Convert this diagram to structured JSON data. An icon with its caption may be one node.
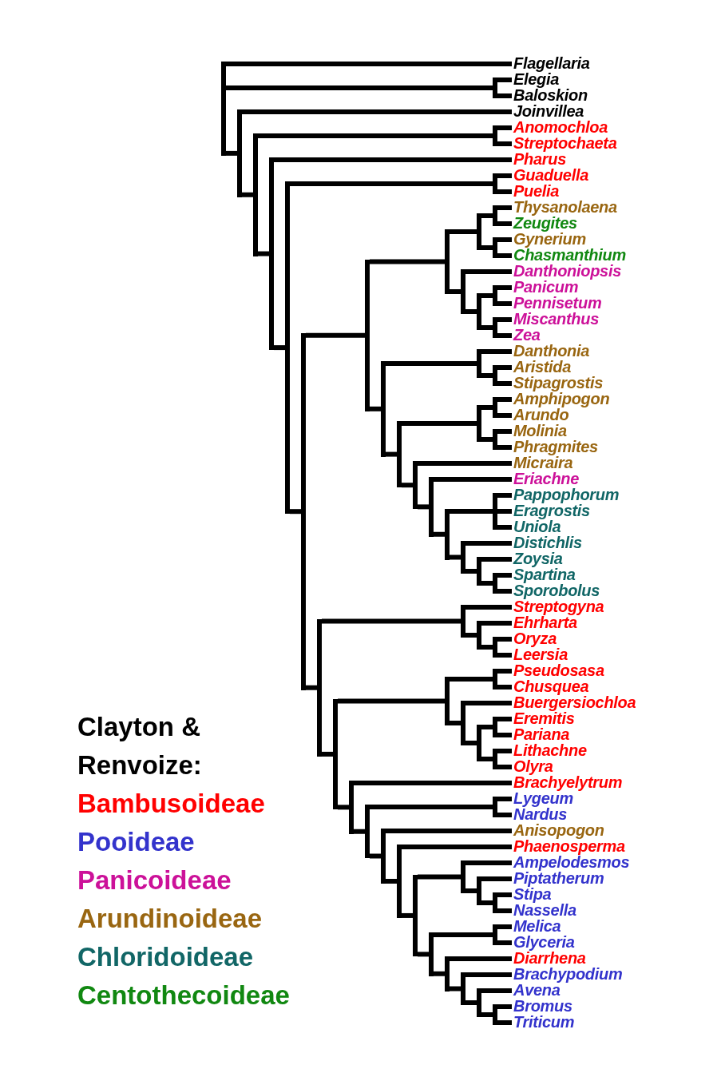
{
  "diagram": {
    "nodes": [
      {
        "text": [
          "Flagellaria"
        ]
      },
      {
        "text": [
          "Elegia"
        ]
      },
      {
        "text": [
          "Baloskion"
        ]
      },
      {
        "text": [
          "Joinvillea"
        ]
      },
      {
        "text": [
          "Anomochloa"
        ]
      },
      {
        "text": [
          "Streptochaeta"
        ]
      },
      {
        "text": [
          "Pharus"
        ]
      },
      {
        "text": [
          "Guaduella"
        ]
      },
      {
        "text": [
          "Puelia"
        ]
      },
      {
        "text": [
          "Thysanolaena"
        ]
      },
      {
        "text": [
          "Zeugites"
        ]
      },
      {
        "text": [
          "Gynerium"
        ]
      },
      {
        "text": [
          "Chasmanthium"
        ]
      },
      {
        "text": [
          "Danthoniopsis"
        ]
      },
      {
        "text": [
          "Panicum"
        ]
      },
      {
        "text": [
          "Pennisetum"
        ]
      },
      {
        "text": [
          "Miscanthus"
        ]
      },
      {
        "text": [
          "Zea"
        ]
      },
      {
        "text": [
          "Danthonia"
        ]
      },
      {
        "text": [
          "Aristida"
        ]
      },
      {
        "text": [
          "Stipagrostis"
        ]
      },
      {
        "text": [
          "Amphipogon"
        ]
      },
      {
        "text": [
          "Arundo"
        ]
      },
      {
        "text": [
          "Molinia"
        ]
      },
      {
        "text": [
          "Phragmites"
        ]
      },
      {
        "text": [
          "Micraira"
        ]
      },
      {
        "text": [
          "Eriachne"
        ]
      },
      {
        "text": [
          "Pappophorum"
        ]
      },
      {
        "text": [
          "Eragrostis"
        ]
      },
      {
        "text": [
          "Uniola"
        ]
      },
      {
        "text": [
          "Distichlis"
        ]
      },
      {
        "text": [
          "Zoysia"
        ]
      },
      {
        "text": [
          "Spartina"
        ]
      },
      {
        "text": [
          "Sporobolus"
        ]
      },
      {
        "text": [
          "Streptogyna"
        ]
      },
      {
        "text": [
          "Ehrharta"
        ]
      },
      {
        "text": [
          "Oryza"
        ]
      },
      {
        "text": [
          "Leersia"
        ]
      },
      {
        "text": [
          "Pseudosasa"
        ]
      },
      {
        "text": [
          "Chusquea"
        ]
      },
      {
        "text": [
          "Buergersiochloa"
        ]
      },
      {
        "text": [
          "Eremitis"
        ]
      },
      {
        "text": [
          "Pariana"
        ]
      },
      {
        "text": [
          "Lithachne"
        ]
      },
      {
        "text": [
          "Olyra"
        ]
      },
      {
        "text": [
          "Brachyelytrum"
        ]
      },
      {
        "text": [
          "Lygeum"
        ]
      },
      {
        "text": [
          "Nardus"
        ]
      },
      {
        "text": [
          "Anisopogon"
        ]
      },
      {
        "text": [
          "Phaenosperma"
        ]
      },
      {
        "text": [
          "Ampelodesmos"
        ]
      },
      {
        "text": [
          "Piptatherum"
        ]
      },
      {
        "text": [
          "Stipa"
        ]
      },
      {
        "text": [
          "Nassella"
        ]
      },
      {
        "text": [
          "Melica"
        ]
      },
      {
        "text": [
          "Glyceria"
        ]
      },
      {
        "text": [
          "Diarrhena"
        ]
      },
      {
        "text": [
          "Brachypodium"
        ]
      },
      {
        "text": [
          "Avena"
        ]
      },
      {
        "text": [
          "Bromus"
        ]
      },
      {
        "text": [
          "Triticum"
        ]
      },
      {
        "text": [],
        "shape": "bar"
      },
      {
        "text": [],
        "shape": "bar"
      },
      {
        "text": [],
        "shape": "bar"
      },
      {
        "text": [],
        "shape": "bar"
      },
      {
        "text": [],
        "shape": "bar"
      },
      {
        "text": [],
        "shape": "bar"
      },
      {
        "text": [],
        "shape": "bar"
      },
      {
        "text": [],
        "shape": "bar"
      },
      {
        "text": [],
        "shape": "bar"
      },
      {
        "text": [],
        "shape": "bar"
      },
      {
        "text": [],
        "shape": "bar"
      },
      {
        "text": [],
        "shape": "bar"
      },
      {
        "text": [],
        "shape": "bar"
      },
      {
        "text": [],
        "shape": "bar"
      },
      {
        "text": [],
        "shape": "bar"
      },
      {
        "text": [],
        "shape": "bar"
      },
      {
        "text": [],
        "shape": "bar"
      },
      {
        "text": [],
        "shape": "bar"
      },
      {
        "text": [],
        "shape": "bar"
      },
      {
        "text": [],
        "shape": "bar"
      },
      {
        "text": [],
        "shape": "bar"
      },
      {
        "text": [],
        "shape": "bar"
      },
      {
        "text": [],
        "shape": "bar"
      },
      {
        "text": [],
        "shape": "bar"
      },
      {
        "text": [],
        "shape": "bar"
      },
      {
        "text": [],
        "shape": "bar"
      },
      {
        "text": [],
        "shape": "bar"
      },
      {
        "text": [],
        "shape": "bar"
      },
      {
        "text": [],
        "shape": "bar"
      },
      {
        "text": [],
        "shape": "bar"
      },
      {
        "text": [],
        "shape": "bar"
      },
      {
        "text": [],
        "shape": "bar"
      },
      {
        "text": [],
        "shape": "bar"
      },
      {
        "text": [],
        "shape": "bar"
      },
      {
        "text": [],
        "shape": "bar"
      },
      {
        "text": [],
        "shape": "bar"
      },
      {
        "text": [],
        "shape": "bar"
      },
      {
        "text": [],
        "shape": "bar"
      },
      {
        "text": [],
        "shape": "bar"
      },
      {
        "text": [],
        "shape": "bar"
      },
      {
        "text": [],
        "shape": "bar"
      },
      {
        "text": [],
        "shape": "bar"
      },
      {
        "text": [],
        "shape": "bar"
      },
      {
        "text": [],
        "shape": "bar"
      },
      {
        "text": [],
        "shape": "bar"
      },
      {
        "text": [],
        "shape": "bar"
      },
      {
        "text": [],
        "shape": "bar"
      },
      {
        "text": [],
        "shape": "bar"
      },
      {
        "text": [],
        "shape": "bar"
      },
      {
        "text": [],
        "shape": "bar"
      },
      {
        "text": [],
        "shape": "bar"
      },
      {
        "text": [],
        "shape": "bar"
      },
      {
        "text": [],
        "shape": "bar"
      },
      {
        "text": [],
        "shape": "bar"
      },
      {
        "text": [],
        "shape": "bar"
      },
      {
        "text": [],
        "shape": "bar"
      },
      {
        "text": [],
        "shape": "bar"
      },
      {
        "text": [],
        "shape": "bar"
      }
    ],
    "edges": [
      {
        "from": 61,
        "to": 0,
        "arrow": "none"
      },
      {
        "from": 61,
        "to": 62,
        "arrow": "none"
      },
      {
        "from": 61,
        "to": 63,
        "arrow": "none"
      },
      {
        "from": 62,
        "to": 1,
        "arrow": "none"
      },
      {
        "from": 62,
        "to": 2,
        "arrow": "none"
      },
      {
        "from": 63,
        "to": 3,
        "arrow": "none"
      },
      {
        "from": 63,
        "to": 64,
        "arrow": "none"
      },
      {
        "from": 64,
        "to": 65,
        "arrow": "none"
      },
      {
        "from": 64,
        "to": 66,
        "arrow": "none"
      },
      {
        "from": 65,
        "to": 4,
        "arrow": "none"
      },
      {
        "from": 65,
        "to": 5,
        "arrow": "none"
      },
      {
        "from": 66,
        "to": 6,
        "arrow": "none"
      },
      {
        "from": 66,
        "to": 67,
        "arrow": "none"
      },
      {
        "from": 67,
        "to": 68,
        "arrow": "none"
      },
      {
        "from": 67,
        "to": 69,
        "arrow": "none"
      },
      {
        "from": 68,
        "to": 7,
        "arrow": "none"
      },
      {
        "from": 68,
        "to": 8,
        "arrow": "none"
      },
      {
        "from": 69,
        "to": 70,
        "arrow": "none"
      },
      {
        "from": 69,
        "to": 93,
        "arrow": "none"
      },
      {
        "from": 70,
        "to": 71,
        "arrow": "none"
      },
      {
        "from": 70,
        "to": 79,
        "arrow": "none"
      },
      {
        "from": 71,
        "to": 72,
        "arrow": "none"
      },
      {
        "from": 71,
        "to": 75,
        "arrow": "none"
      },
      {
        "from": 72,
        "to": 73,
        "arrow": "none"
      },
      {
        "from": 72,
        "to": 74,
        "arrow": "none"
      },
      {
        "from": 73,
        "to": 9,
        "arrow": "none"
      },
      {
        "from": 73,
        "to": 10,
        "arrow": "none"
      },
      {
        "from": 74,
        "to": 11,
        "arrow": "none"
      },
      {
        "from": 74,
        "to": 12,
        "arrow": "none"
      },
      {
        "from": 75,
        "to": 13,
        "arrow": "none"
      },
      {
        "from": 75,
        "to": 76,
        "arrow": "none"
      },
      {
        "from": 76,
        "to": 77,
        "arrow": "none"
      },
      {
        "from": 76,
        "to": 78,
        "arrow": "none"
      },
      {
        "from": 77,
        "to": 14,
        "arrow": "none"
      },
      {
        "from": 77,
        "to": 15,
        "arrow": "none"
      },
      {
        "from": 78,
        "to": 16,
        "arrow": "none"
      },
      {
        "from": 78,
        "to": 17,
        "arrow": "none"
      },
      {
        "from": 79,
        "to": 80,
        "arrow": "none"
      },
      {
        "from": 79,
        "to": 82,
        "arrow": "none"
      },
      {
        "from": 80,
        "to": 18,
        "arrow": "none"
      },
      {
        "from": 80,
        "to": 81,
        "arrow": "none"
      },
      {
        "from": 81,
        "to": 19,
        "arrow": "none"
      },
      {
        "from": 81,
        "to": 20,
        "arrow": "none"
      },
      {
        "from": 82,
        "to": 83,
        "arrow": "none"
      },
      {
        "from": 82,
        "to": 86,
        "arrow": "none"
      },
      {
        "from": 83,
        "to": 84,
        "arrow": "none"
      },
      {
        "from": 83,
        "to": 85,
        "arrow": "none"
      },
      {
        "from": 84,
        "to": 21,
        "arrow": "none"
      },
      {
        "from": 84,
        "to": 22,
        "arrow": "none"
      },
      {
        "from": 85,
        "to": 23,
        "arrow": "none"
      },
      {
        "from": 85,
        "to": 24,
        "arrow": "none"
      },
      {
        "from": 86,
        "to": 25,
        "arrow": "none"
      },
      {
        "from": 86,
        "to": 87,
        "arrow": "none"
      },
      {
        "from": 87,
        "to": 26,
        "arrow": "none"
      },
      {
        "from": 87,
        "to": 88,
        "arrow": "none"
      },
      {
        "from": 88,
        "to": 89,
        "arrow": "none"
      },
      {
        "from": 88,
        "to": 90,
        "arrow": "none"
      },
      {
        "from": 89,
        "to": 27,
        "arrow": "none"
      },
      {
        "from": 89,
        "to": 28,
        "arrow": "none"
      },
      {
        "from": 89,
        "to": 29,
        "arrow": "none"
      },
      {
        "from": 90,
        "to": 30,
        "arrow": "none"
      },
      {
        "from": 90,
        "to": 91,
        "arrow": "none"
      },
      {
        "from": 91,
        "to": 31,
        "arrow": "none"
      },
      {
        "from": 91,
        "to": 92,
        "arrow": "none"
      },
      {
        "from": 92,
        "to": 32,
        "arrow": "none"
      },
      {
        "from": 92,
        "to": 33,
        "arrow": "none"
      },
      {
        "from": 93,
        "to": 94,
        "arrow": "none"
      },
      {
        "from": 93,
        "to": 97,
        "arrow": "none"
      },
      {
        "from": 94,
        "to": 34,
        "arrow": "none"
      },
      {
        "from": 94,
        "to": 95,
        "arrow": "none"
      },
      {
        "from": 95,
        "to": 35,
        "arrow": "none"
      },
      {
        "from": 95,
        "to": 96,
        "arrow": "none"
      },
      {
        "from": 96,
        "to": 36,
        "arrow": "none"
      },
      {
        "from": 96,
        "to": 37,
        "arrow": "none"
      },
      {
        "from": 97,
        "to": 98,
        "arrow": "none"
      },
      {
        "from": 97,
        "to": 104,
        "arrow": "none"
      },
      {
        "from": 98,
        "to": 99,
        "arrow": "none"
      },
      {
        "from": 98,
        "to": 100,
        "arrow": "none"
      },
      {
        "from": 99,
        "to": 38,
        "arrow": "none"
      },
      {
        "from": 99,
        "to": 39,
        "arrow": "none"
      },
      {
        "from": 100,
        "to": 40,
        "arrow": "none"
      },
      {
        "from": 100,
        "to": 101,
        "arrow": "none"
      },
      {
        "from": 101,
        "to": 102,
        "arrow": "none"
      },
      {
        "from": 101,
        "to": 103,
        "arrow": "none"
      },
      {
        "from": 102,
        "to": 41,
        "arrow": "none"
      },
      {
        "from": 102,
        "to": 42,
        "arrow": "none"
      },
      {
        "from": 103,
        "to": 43,
        "arrow": "none"
      },
      {
        "from": 103,
        "to": 44,
        "arrow": "none"
      },
      {
        "from": 104,
        "to": 45,
        "arrow": "none"
      },
      {
        "from": 104,
        "to": 105,
        "arrow": "none"
      },
      {
        "from": 105,
        "to": 106,
        "arrow": "none"
      },
      {
        "from": 105,
        "to": 107,
        "arrow": "none"
      },
      {
        "from": 106,
        "to": 46,
        "arrow": "none"
      },
      {
        "from": 106,
        "to": 47,
        "arrow": "none"
      },
      {
        "from": 107,
        "to": 48,
        "arrow": "none"
      },
      {
        "from": 107,
        "to": 108,
        "arrow": "none"
      },
      {
        "from": 108,
        "to": 49,
        "arrow": "none"
      },
      {
        "from": 108,
        "to": 109,
        "arrow": "none"
      },
      {
        "from": 109,
        "to": 110,
        "arrow": "none"
      },
      {
        "from": 109,
        "to": 113,
        "arrow": "none"
      },
      {
        "from": 110,
        "to": 50,
        "arrow": "none"
      },
      {
        "from": 110,
        "to": 111,
        "arrow": "none"
      },
      {
        "from": 111,
        "to": 51,
        "arrow": "none"
      },
      {
        "from": 111,
        "to": 112,
        "arrow": "none"
      },
      {
        "from": 112,
        "to": 52,
        "arrow": "none"
      },
      {
        "from": 112,
        "to": 53,
        "arrow": "none"
      },
      {
        "from": 113,
        "to": 114,
        "arrow": "none"
      },
      {
        "from": 113,
        "to": 115,
        "arrow": "none"
      },
      {
        "from": 114,
        "to": 54,
        "arrow": "none"
      },
      {
        "from": 114,
        "to": 55,
        "arrow": "none"
      },
      {
        "from": 115,
        "to": 56,
        "arrow": "none"
      },
      {
        "from": 115,
        "to": 116,
        "arrow": "none"
      },
      {
        "from": 116,
        "to": 57,
        "arrow": "none"
      },
      {
        "from": 116,
        "to": 117,
        "arrow": "none"
      },
      {
        "from": 117,
        "to": 58,
        "arrow": "none"
      },
      {
        "from": 117,
        "to": 118,
        "arrow": "none"
      },
      {
        "from": 118,
        "to": 59,
        "arrow": "none"
      },
      {
        "from": 118,
        "to": 60,
        "arrow": "none"
      }
    ],
    "labels": [
      "Clayton & Renvoize:"
    ],
    "legend": [
      {
        "text": "Bambusoideae",
        "color": "#ff0000"
      },
      {
        "text": "Pooideae",
        "color": "#3333cc"
      },
      {
        "text": "Panicoideae",
        "color": "#cc1199"
      },
      {
        "text": "Arundinoideae",
        "color": "#996611"
      },
      {
        "text": "Chloridoideae",
        "color": "#116666"
      },
      {
        "text": "Centothecoideae",
        "color": "#118811"
      }
    ]
  }
}
